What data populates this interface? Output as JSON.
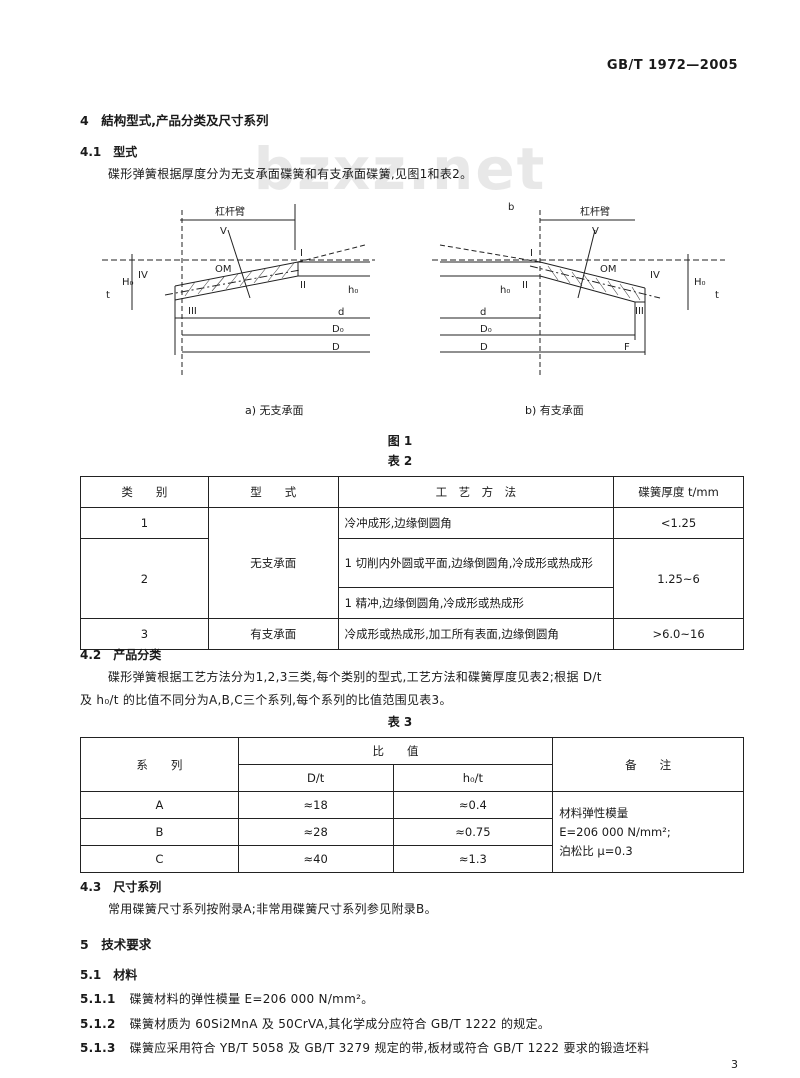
{
  "header": {
    "standard_code": "GB/T 1972—2005"
  },
  "watermark": "bzxz.net",
  "section4": {
    "heading": "4　結构型式,产品分类及尺寸系列"
  },
  "s41": {
    "heading": "4.1　型式",
    "text": "碟形弹簧根据厚度分为无支承面碟簧和有支承面碟簧,见图1和表2。"
  },
  "figure": {
    "caption_a": "a) 无支承面",
    "caption_b": "b) 有支承面",
    "title": "图 1",
    "labels_a": {
      "top_span": "杠杆臂",
      "Ho": "H₀",
      "OM": "OM",
      "I": "I",
      "II": "II",
      "III": "III",
      "IV": "IV",
      "d": "d",
      "Do": "D₀",
      "D": "D",
      "ho": "h₀",
      "V": "V",
      "t": "t"
    },
    "labels_b": {
      "top_span": "杠杆臂",
      "b": "b",
      "Ho": "H₀",
      "OM": "OM",
      "I": "I",
      "II": "II",
      "III": "III",
      "IV": "IV",
      "d": "d",
      "Do": "D₀",
      "D": "D",
      "ho": "h₀",
      "V": "V",
      "F": "F",
      "t": "t"
    }
  },
  "table2": {
    "title": "表 2",
    "headers": [
      "类　　别",
      "型　　式",
      "工　艺　方　法",
      "碟簧厚度 t/mm"
    ],
    "rows": [
      {
        "category": "1",
        "method": "冷冲成形,边缘倒圆角",
        "thickness": "<1.25"
      },
      {
        "category": "2",
        "method": "1 切削内外圆或平面,边缘倒圆角,冷成形或热成形",
        "thickness": "1.25~6"
      },
      {
        "category": "",
        "method": "1 精冲,边缘倒圆角,冷成形或热成形",
        "thickness": ""
      },
      {
        "category": "3",
        "type": "有支承面",
        "method": "冷成形或热成形,加工所有表面,边缘倒圆角",
        "thickness": ">6.0~16"
      }
    ],
    "merged_type": "无支承面"
  },
  "s42": {
    "heading": "4.2　产品分类",
    "text1": "碟形弹簧根据工艺方法分为1,2,3三类,每个类别的型式,工艺方法和碟簧厚度见表2;根据 D/t",
    "text2": "及 h₀/t 的比值不同分为A,B,C三个系列,每个系列的比值范围见表3。"
  },
  "table3": {
    "title": "表 3",
    "header_series": "系　　列",
    "header_ratio": "比　　值",
    "header_Dt": "D/t",
    "header_ht": "h₀/t",
    "header_note": "备　　注",
    "rows": [
      {
        "series": "A",
        "Dt": "≈18",
        "ht": "≈0.4"
      },
      {
        "series": "B",
        "Dt": "≈28",
        "ht": "≈0.75"
      },
      {
        "series": "C",
        "Dt": "≈40",
        "ht": "≈1.3"
      }
    ],
    "note_lines": [
      "材料弹性模量",
      "E=206 000 N/mm²;",
      "泊松比 μ=0.3"
    ]
  },
  "s43": {
    "heading": "4.3　尺寸系列",
    "text": "常用碟簧尺寸系列按附录A;非常用碟簧尺寸系列参见附录B。"
  },
  "section5": {
    "heading": "5　技术要求"
  },
  "s51": {
    "heading": "5.1　材料"
  },
  "s511": {
    "num": "5.1.1",
    "text": "碟簧材料的弹性模量 E=206 000 N/mm²。"
  },
  "s512": {
    "num": "5.1.2",
    "text": "碟簧材质为 60Si2MnA 及 50CrVA,其化学成分应符合 GB/T 1222 的规定。"
  },
  "s513": {
    "num": "5.1.3",
    "text": "碟簧应采用符合 YB/T 5058 及 GB/T 3279 规定的带,板材或符合 GB/T 1222 要求的锻造坯料"
  },
  "footer": {
    "page_number": "3"
  }
}
